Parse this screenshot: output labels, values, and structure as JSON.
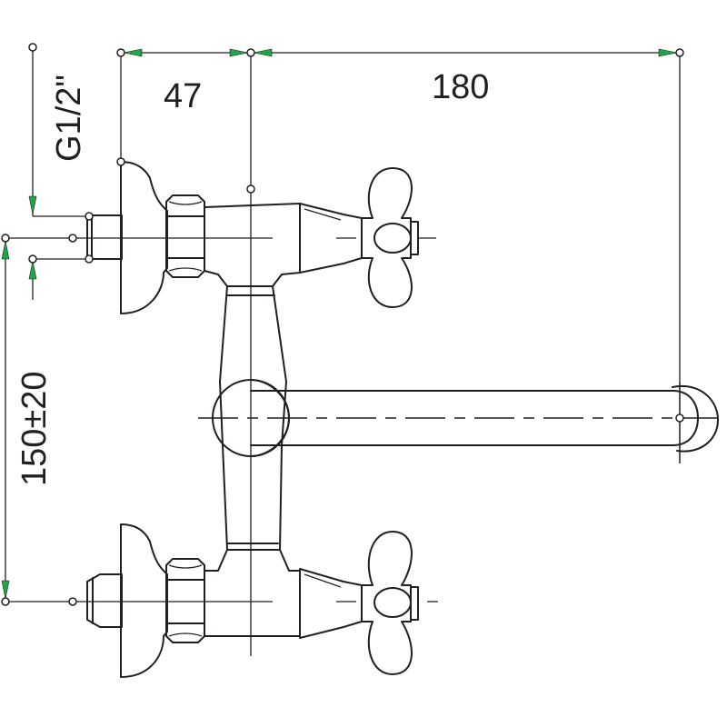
{
  "dimensions": {
    "top_left": "47",
    "top_right": "180",
    "thread": "G1/2\"",
    "vertical": "150±20"
  },
  "colors": {
    "line": "#231f20",
    "arrow": "#1fa84a",
    "background": "#ffffff"
  }
}
